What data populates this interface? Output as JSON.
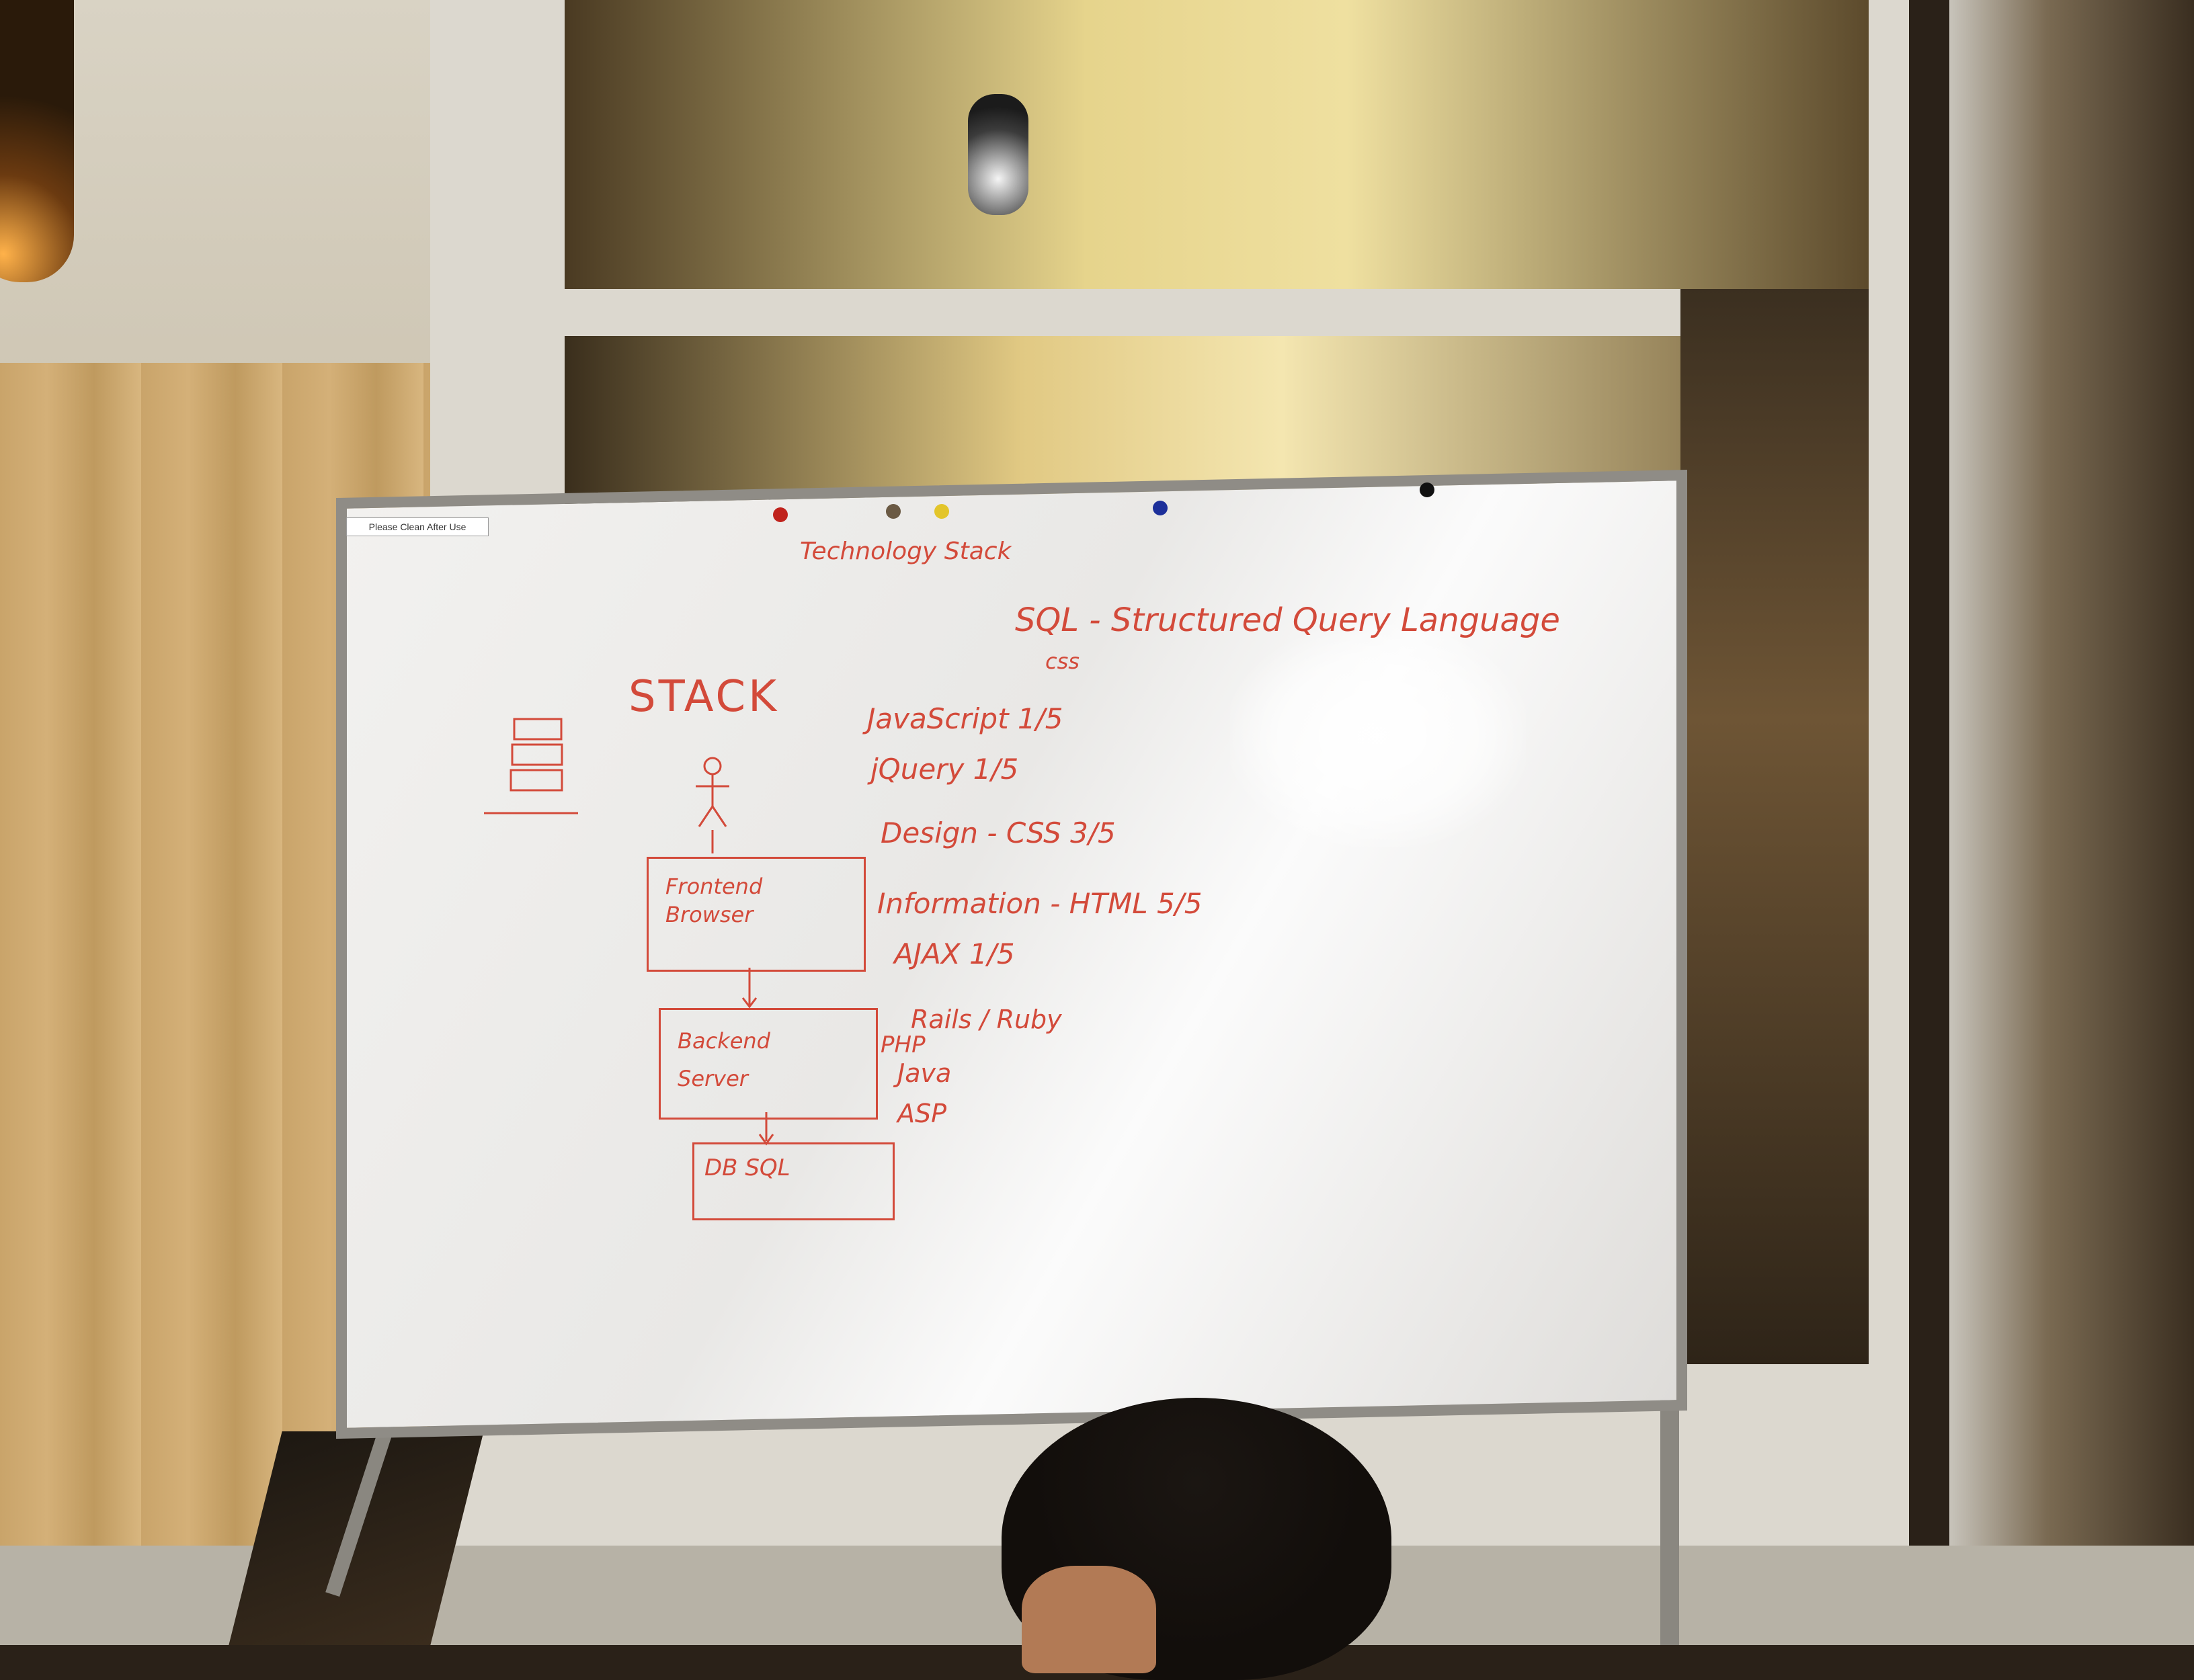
{
  "sticker_text": "Please Clean After Use",
  "whiteboard": {
    "title": "Technology Stack",
    "sql_note": "SQL - Structured Query Language",
    "css_small": "css",
    "stack_label": "STACK",
    "frontend_box": "Frontend Browser",
    "backend_box": "Backend Server",
    "db_box": "DB SQL",
    "frontend_items": [
      "JavaScript 1/5",
      "jQuery 1/5",
      "Design - CSS 3/5",
      "Information - HTML 5/5",
      "AJAX 1/5"
    ],
    "backend_items": [
      "Rails / Ruby",
      "PHP",
      "Java",
      "ASP"
    ]
  },
  "colors": {
    "marker": "#d34a3a",
    "board": "#f2f1ef",
    "wood": "#c9a46a"
  },
  "magnets": [
    "red",
    "brown",
    "yellow",
    "blue",
    "black"
  ]
}
